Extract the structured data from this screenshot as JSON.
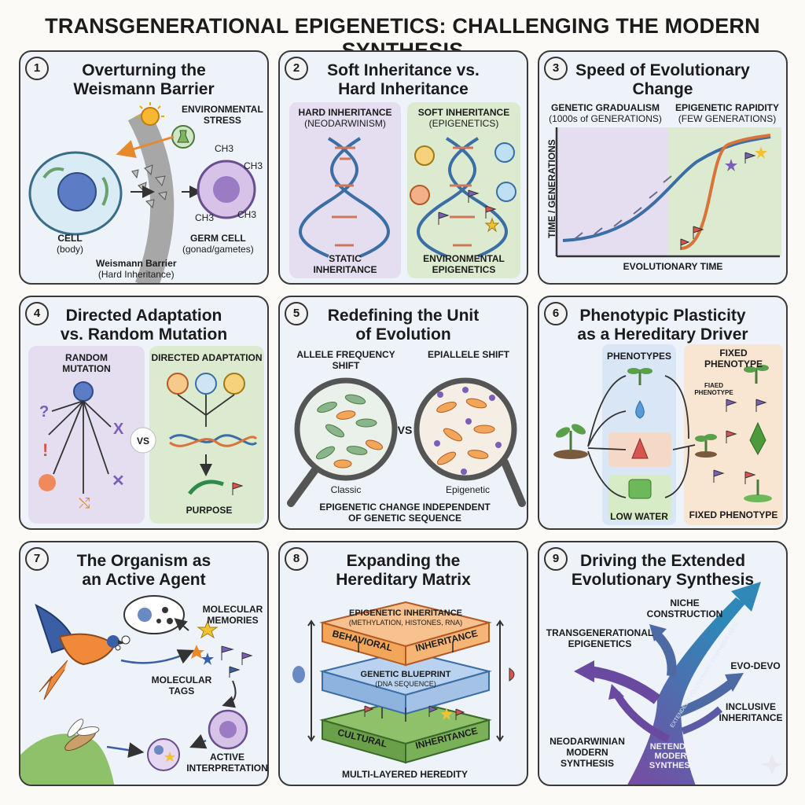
{
  "title": "TRANSGENERATIONAL EPIGENETICS: CHALLENGING THE MODERN SYNTHESIS",
  "panels": [
    {
      "number": "1",
      "title_line1": "Overturning the",
      "title_line2": "Weismann Barrier",
      "env_stress_1": "ENVIRONMENTAL",
      "env_stress_2": "STRESS",
      "ch3": "CH3",
      "cell": "CELL",
      "cell_sub": "(body)",
      "germ": "GERM CELL",
      "germ_sub": "(gonad/gametes)",
      "barrier": "Weismann Barrier",
      "barrier_sub": "(Hard Inheritance)"
    },
    {
      "number": "2",
      "title_line1": "Soft Inheritance vs.",
      "title_line2": "Hard Inheritance",
      "hard_1": "HARD INHERITANCE",
      "hard_2": "(NEODARWINISM)",
      "soft_1": "SOFT INHERITANCE",
      "soft_2": "(EPIGENETICS)",
      "static_1": "STATIC",
      "static_2": "INHERITANCE",
      "env_1": "ENVIRONMENTAL",
      "env_2": "EPIGENETICS"
    },
    {
      "number": "3",
      "title_line1": "Speed of Evolutionary",
      "title_line2": "Change",
      "grad_1": "GENETIC GRADUALISM",
      "grad_2": "(1000s of GENERATIONS)",
      "rapid_1": "EPIGENETIC RAPIDITY",
      "rapid_2": "(FEW GENERATIONS)",
      "ylabel": "TIME / GENERATIONS",
      "xlabel": "EVOLUTIONARY TIME"
    },
    {
      "number": "4",
      "title_line1": "Directed Adaptation",
      "title_line2": "vs. Random Mutation",
      "random_1": "RANDOM",
      "random_2": "MUTATION",
      "directed": "DIRECTED ADAPTATION",
      "vs": "VS",
      "purpose": "PURPOSE"
    },
    {
      "number": "5",
      "title_line1": "Redefining the Unit",
      "title_line2": "of Evolution",
      "allele_1": "ALLELE FREQUENCY",
      "allele_2": "SHIFT",
      "epiallele": "EPIALLELE SHIFT",
      "vs": "VS",
      "classic": "Classic",
      "epigenetic": "Epigenetic",
      "bottom_1": "EPIGENETIC CHANGE INDEPENDENT",
      "bottom_2": "OF GENETIC SEQUENCE"
    },
    {
      "number": "6",
      "title_line1": "Phenotypic Plasticity",
      "title_line2": "as a Hereditary Driver",
      "phenotypes": "PHENOTYPES",
      "fixed_1": "FIXED",
      "fixed_2": "PHENOTYPE",
      "fixed_small_1": "FIAED",
      "fixed_small_2": "PHENOTYPE",
      "low_water": "LOW WATER",
      "fixed_bottom": "FIXED PHENOTYPE"
    },
    {
      "number": "7",
      "title_line1": "The Organism as",
      "title_line2": "an Active Agent",
      "memories_1": "MOLECULAR",
      "memories_2": "MEMORIES",
      "tags_1": "MOLECULAR",
      "tags_2": "TAGS",
      "active_1": "ACTIVE",
      "active_2": "INTERPRETATION"
    },
    {
      "number": "8",
      "title_line1": "Expanding the",
      "title_line2": "Hereditary Matrix",
      "epi_1": "EPIGENETIC INHERITANCE",
      "epi_2": "(METHYLATION, HISTONES, RNA)",
      "behavioral": "BEHAVIORAL",
      "inheritance": "INHERITANCE",
      "genetic_1": "GENETIC BLUEPRINT",
      "genetic_2": "(DNA SEQUENCE)",
      "cultural": "CULTURAL",
      "footer": "MULTI-LAYERED HEREDITY"
    },
    {
      "number": "9",
      "title_line1": "Driving the Extended",
      "title_line2": "Evolutionary Synthesis",
      "niche_1": "NICHE",
      "niche_2": "CONSTRUCTION",
      "transgen_1": "TRANSGENERATIONAL",
      "transgen_2": "EPIGENETICS",
      "evodevo": "EVO-DEVO",
      "inclusive_1": "INCLUSIVE",
      "inclusive_2": "INHERITANCE",
      "neo_1": "NEODARWINIAN",
      "neo_2": "MODERN",
      "neo_3": "SYNTHESIS",
      "trunk_1": "NETENDEN",
      "trunk_2": "MODERN",
      "trunk_3": "SYNTHESIS",
      "branch_text": "EXTENDED EVOLUTIONARY SYNTHESIS (EES)"
    }
  ]
}
